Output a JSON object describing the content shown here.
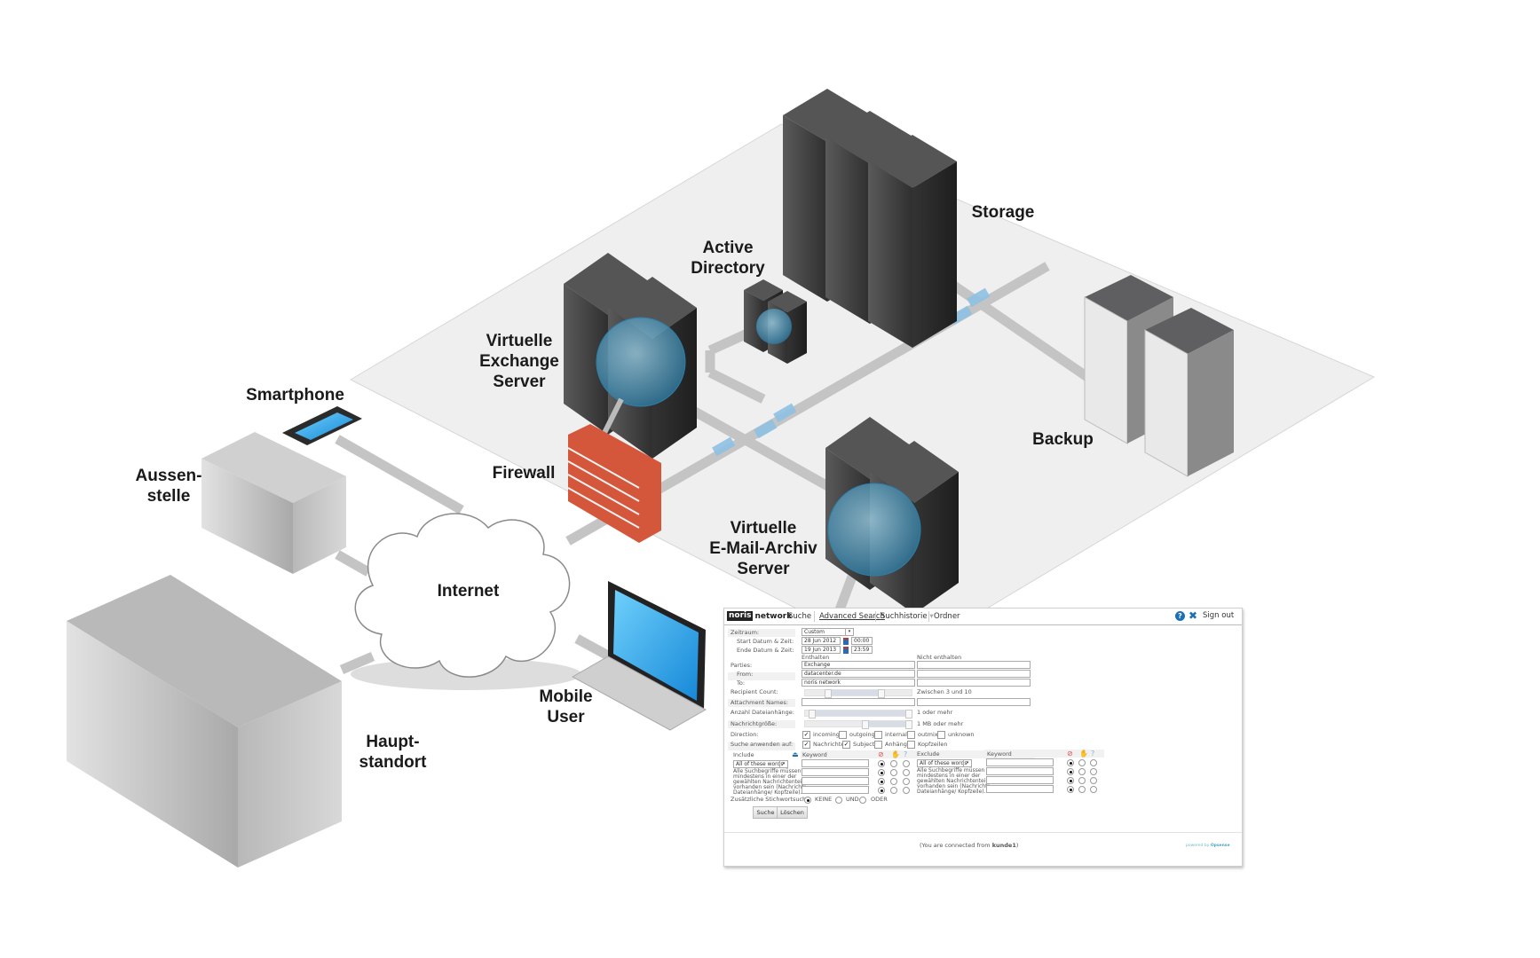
{
  "diagram": {
    "labels": {
      "storage": "Storage",
      "active_directory": "Active\nDirectory",
      "exchange": "Virtuelle\nExchange\nServer",
      "smartphone": "Smartphone",
      "aussenstelle": "Aussen-\nstelle",
      "firewall": "Firewall",
      "internet": "Internet",
      "archive": "Virtuelle\nE-Mail-Archiv\nServer",
      "backup": "Backup",
      "mobile_user": "Mobile\nUser",
      "hauptstandort": "Haupt-\nstandort"
    },
    "colors": {
      "platform": "#efefef",
      "pipe": "#c8c8c8",
      "pipe_junction": "#8fc1e3",
      "server_dark": "#3a3a3a",
      "lens": "#4d9fc7",
      "firewall": "#d4573b",
      "building": "#bdbdbd",
      "screen": "#37a7ea"
    }
  },
  "app": {
    "logo_box": "noris",
    "logo_text": "network",
    "nav": [
      "Suche",
      "Advanced Search",
      "Suchhistorie",
      "Ordner"
    ],
    "nav_dropdown_glyph": "▾",
    "help_glyph": "?",
    "tools_glyph": "✖",
    "sign_out": "Sign out",
    "form": {
      "zeitraum_label": "Zeitraum:",
      "zeitraum_value": "Custom",
      "start_label": "Start Datum & Zeit:",
      "start_date": "28 Jun 2012",
      "start_time": "00:00",
      "end_label": "Ende Datum & Zeit:",
      "end_date": "19 Jun 2013",
      "end_time": "23:59",
      "col_contains": "Enthalten",
      "col_not_contains": "Nicht enthalten",
      "parties_label": "Parties:",
      "parties_value": "Exchange",
      "from_label": "From:",
      "from_value": "datacenter.de",
      "to_label": "To:",
      "to_value": "noris network",
      "recipient_label": "Recipient Count:",
      "recipient_range": [
        3,
        10
      ],
      "recipient_text": "Zwischen 3 und 10",
      "attachment_names_label": "Attachment Names:",
      "attachment_count_label": "Anzahl Dateianhänge:",
      "attachment_count_min": 1,
      "attachment_count_text": "1 oder mehr",
      "size_label": "Nachrichtgröße:",
      "size_min_mb": 1,
      "size_text": "1 MB oder mehr",
      "direction_label": "Direction:",
      "direction_options": [
        {
          "label": "incoming",
          "checked": true
        },
        {
          "label": "outgoing",
          "checked": false
        },
        {
          "label": "internal",
          "checked": false
        },
        {
          "label": "outmix",
          "checked": false
        },
        {
          "label": "unknown",
          "checked": false
        }
      ],
      "apply_label": "Suche anwenden auf:",
      "apply_options": [
        {
          "label": "Nachrichten",
          "checked": true
        },
        {
          "label": "Subject",
          "checked": true
        },
        {
          "label": "Anhänge",
          "checked": false
        },
        {
          "label": "Kopfzeilen",
          "checked": false
        }
      ],
      "include_label": "Include",
      "exclude_label": "Exclude",
      "keyword_label": "Keyword",
      "match_mode": "All of these words",
      "match_hint": "Alle Suchbegriffe müssen\nmindestens in einer der\ngewählten Nachrichtenteile\nvorhanden sein (Nachricht/\nDateianhänge/ Kopfzeile).",
      "keyword_rows": 4,
      "extra_label": "Zusätzliche Stichwortsuche:",
      "extra_options": [
        {
          "label": "KEINE",
          "selected": true
        },
        {
          "label": "UND",
          "selected": false
        },
        {
          "label": "ODER",
          "selected": false
        }
      ],
      "search_button": "Suche",
      "clear_button": "Löschen"
    },
    "footer": {
      "connected_prefix": "(You are connected from ",
      "connected_user": "kunde1",
      "connected_suffix": ")",
      "powered_by": "powered by",
      "powered_brand": "Opsense"
    }
  }
}
